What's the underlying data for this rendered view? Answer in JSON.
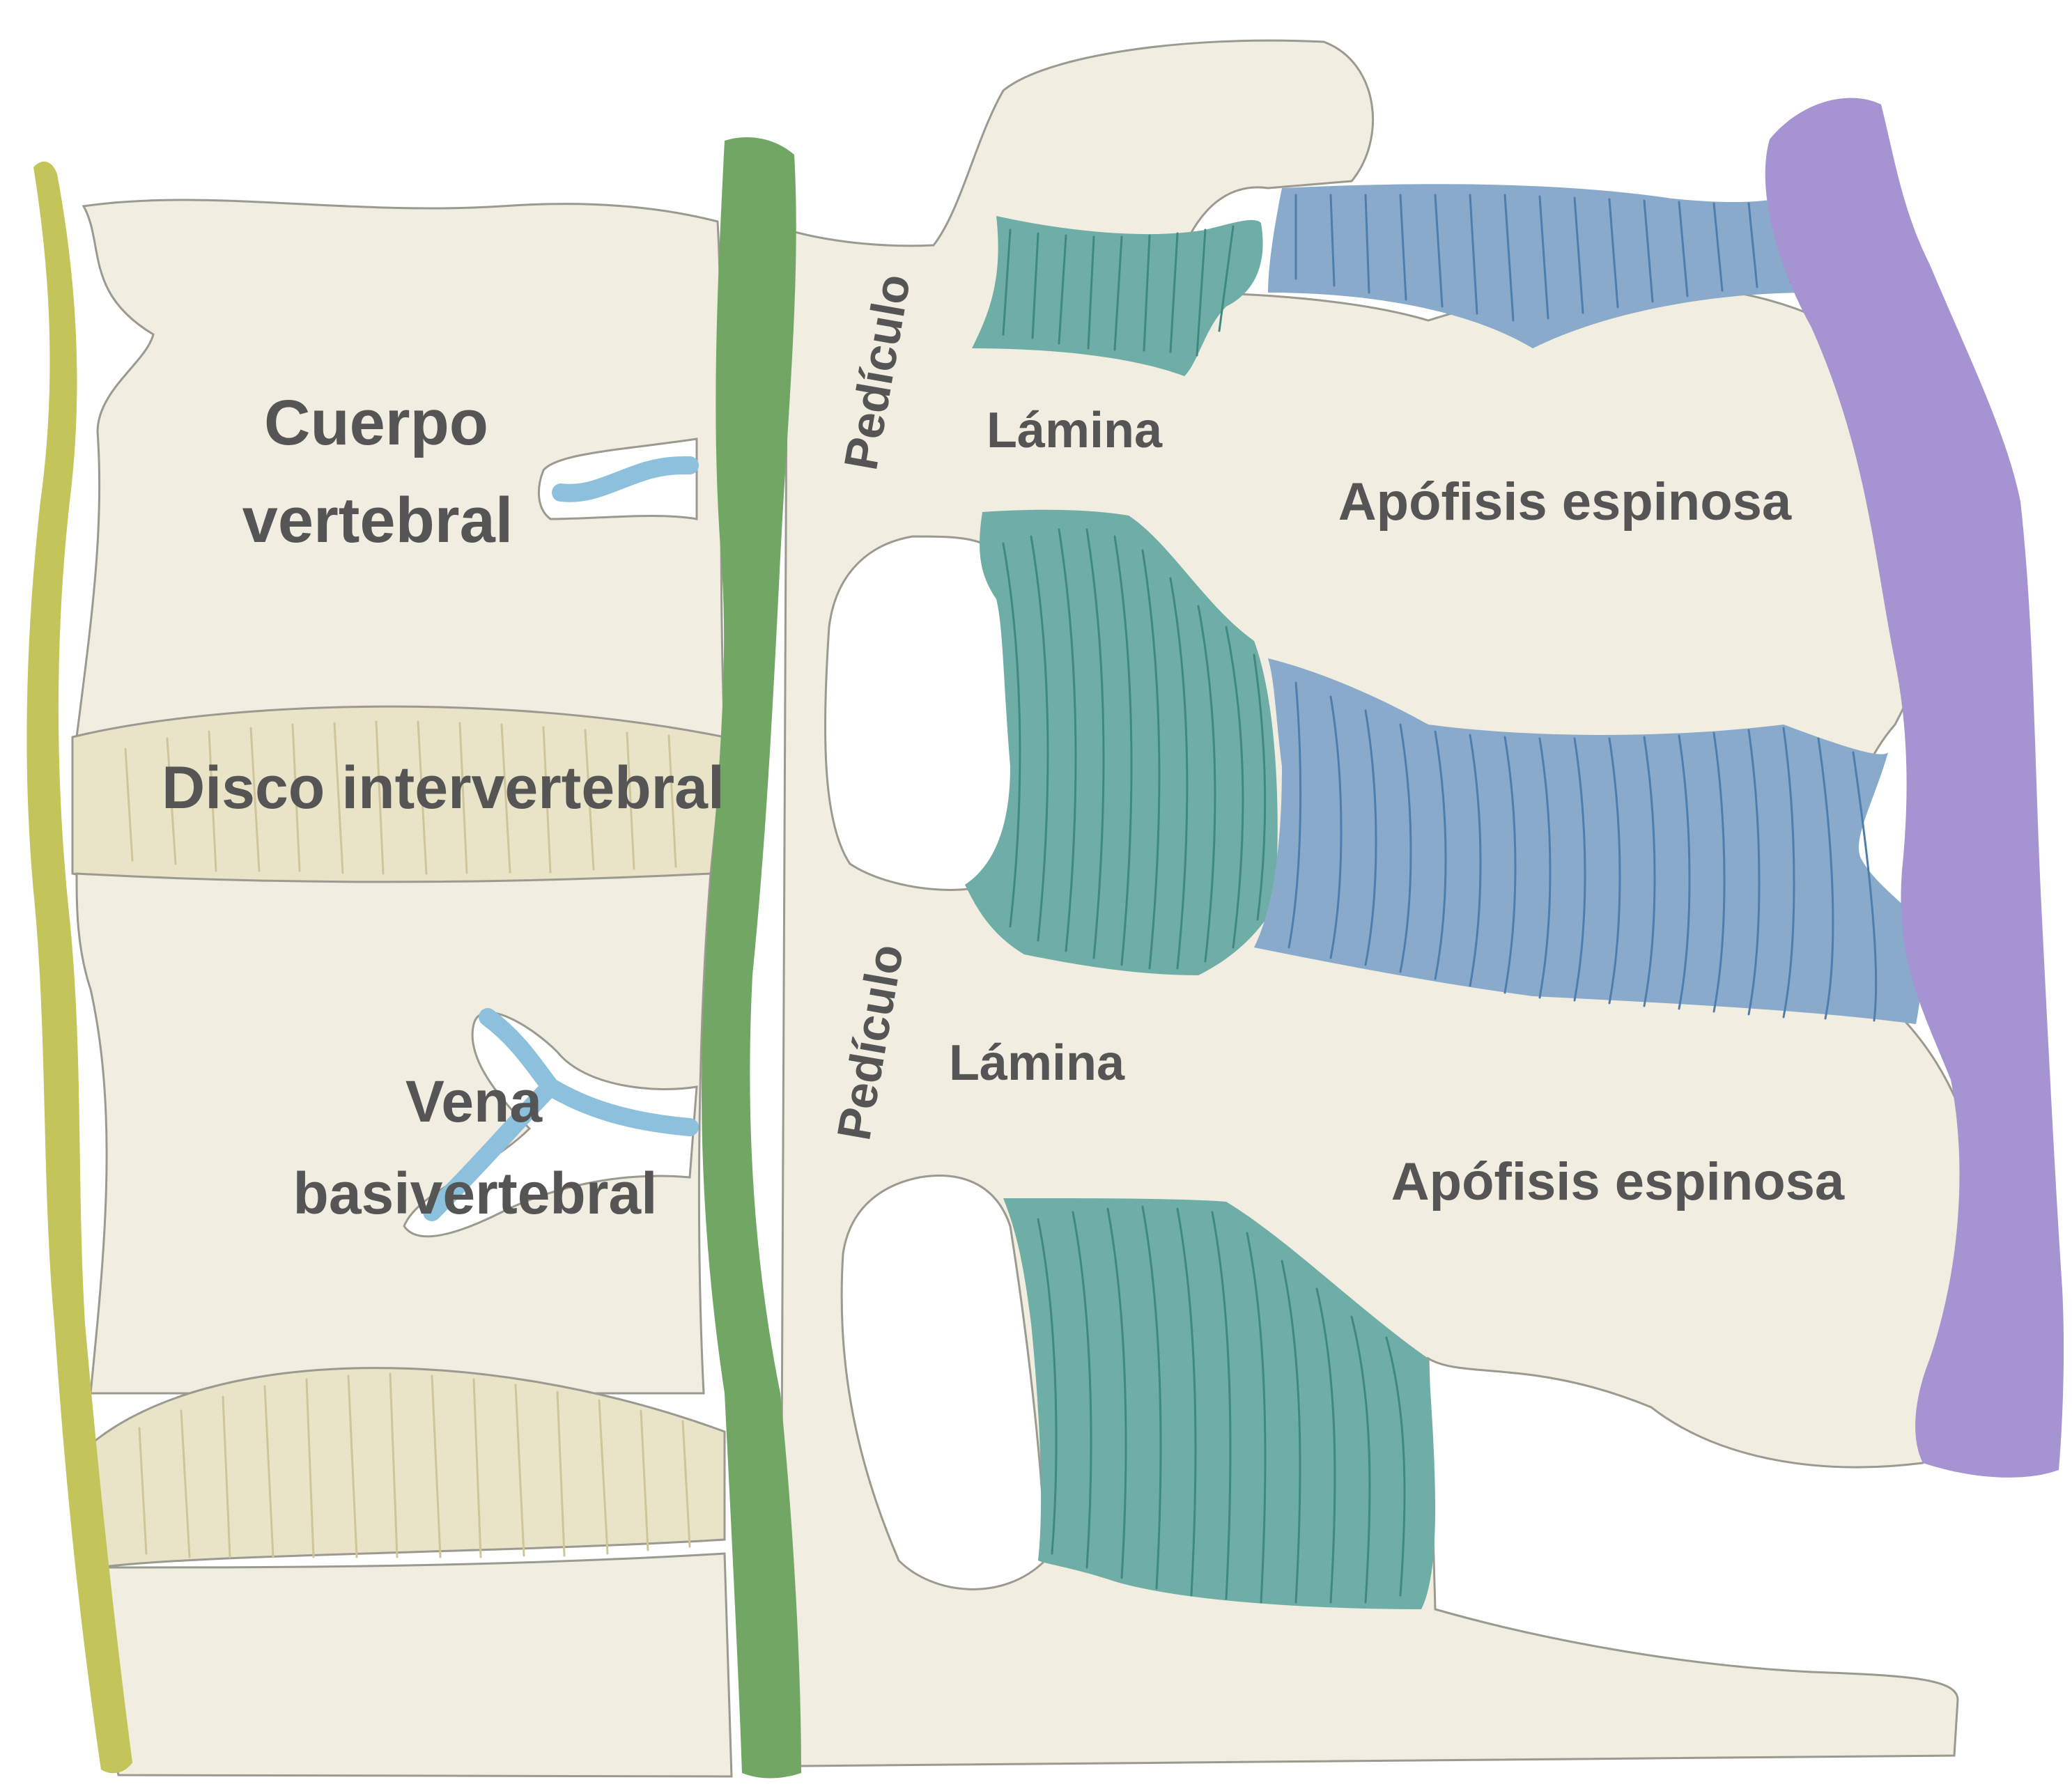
{
  "labels": {
    "cuerpo_vertebral_line1": "Cuerpo",
    "cuerpo_vertebral_line2": "vertebral",
    "disco": "Disco intervertebral",
    "vena_line1": "Vena",
    "vena_line2": "basivertebral",
    "pediculo_upper": "Pedículo",
    "pediculo_lower": "Pedículo",
    "lamina_upper": "Lámina",
    "lamina_lower": "Lámina",
    "apofisis_upper": "Apófisis espinosa",
    "apofisis_lower": "Apófisis espinosa"
  },
  "colors": {
    "bone": "#f1ede0",
    "disc": "#e9e3c7",
    "disc_fibers": "#cfc59a",
    "anterior_ligament": "#c3c45a",
    "posterior_ligament": "#72a664",
    "ligamentum_flavum": "#6eaea6",
    "ligamentum_flavum_fibers": "#3e8a7e",
    "interspinous_ligament": "#89aacb",
    "interspinous_fibers": "#4e7eae",
    "supraspinous_ligament": "#a593d2",
    "vein": "#8cc0dc",
    "label_text": "#555555"
  }
}
